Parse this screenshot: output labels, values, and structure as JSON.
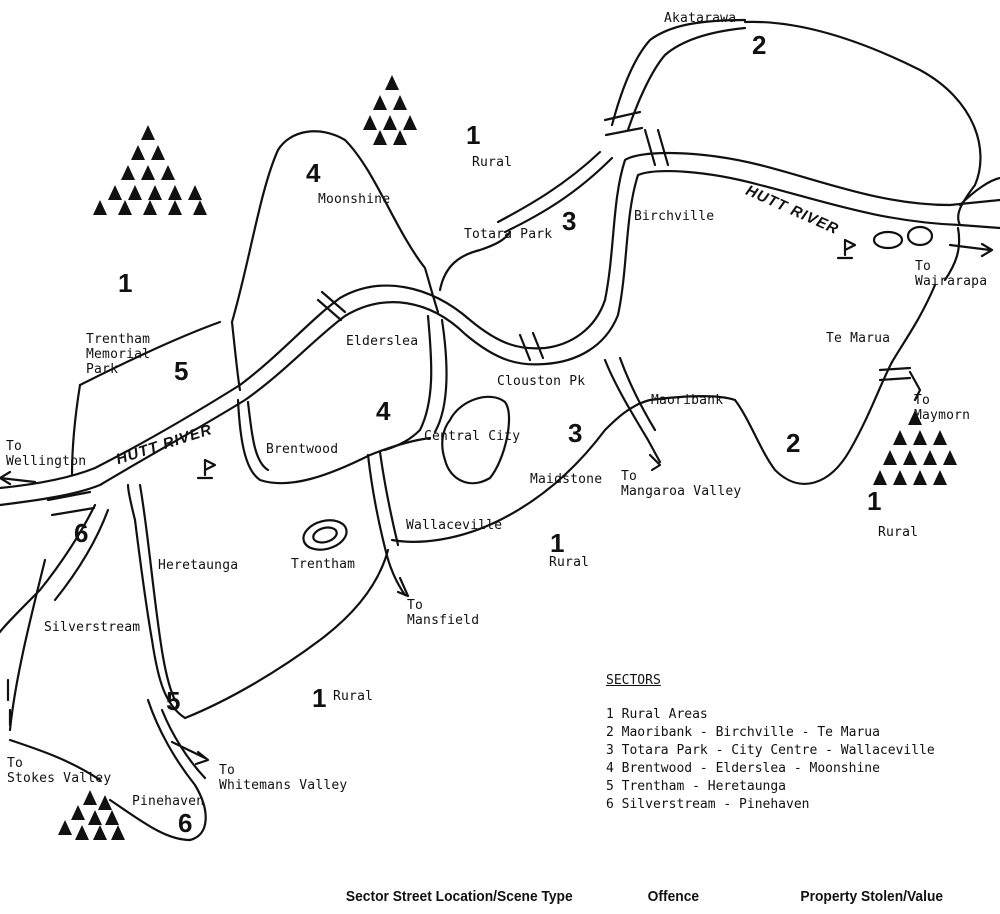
{
  "river_labels": [
    "HUTT RIVER",
    "HUTT RIVER"
  ],
  "sector_numbers": [
    "1",
    "1",
    "1",
    "1",
    "1",
    "2",
    "2",
    "3",
    "3",
    "4",
    "4",
    "5",
    "5",
    "6",
    "6"
  ],
  "places": {
    "akatarawa": "Akatarawa",
    "rural_top": "Rural",
    "moonshine": "Moonshine",
    "totara_park": "Totara Park",
    "birchville": "Birchville",
    "to_wairarapa": [
      "To",
      "Wairarapa"
    ],
    "trentham_memorial_park": [
      "Trentham",
      "Memorial",
      "Park"
    ],
    "elderslea": "Elderslea",
    "te_marua": "Te Marua",
    "clouston_pk": "Clouston Pk",
    "to_maymorn": [
      "To",
      "Maymorn"
    ],
    "maoribank": "Maoribank",
    "to_wellington": [
      "To",
      "Wellington"
    ],
    "brentwood": "Brentwood",
    "central_city": "Central City",
    "maidstone": "Maidstone",
    "to_mangaroa_valley": [
      "To",
      "Mangaroa Valley"
    ],
    "rural_right": "Rural",
    "wallaceville": "Wallaceville",
    "rural_mid": "Rural",
    "heretaunga": "Heretaunga",
    "trentham": "Trentham",
    "to_mansfield": [
      "To",
      "Mansfield"
    ],
    "silverstream": "Silverstream",
    "rural_bottom": "Rural",
    "to_stokes_valley": [
      "To",
      "Stokes Valley"
    ],
    "to_whitemans_valley": [
      "To",
      "Whitemans Valley"
    ],
    "pinehaven": "Pinehaven"
  },
  "legend": {
    "title": "SECTORS",
    "items": [
      "1 Rural Areas",
      "2 Maoribank - Birchville - Te Marua",
      "3 Totara Park - City Centre - Wallaceville",
      "4 Brentwood - Elderslea - Moonshine",
      "5 Trentham - Heretaunga",
      "6 Silverstream - Pinehaven"
    ]
  },
  "footer": {
    "col1": "Sector Street Location/Scene Type",
    "col2": "Offence",
    "col3": "Property Stolen/Value"
  }
}
